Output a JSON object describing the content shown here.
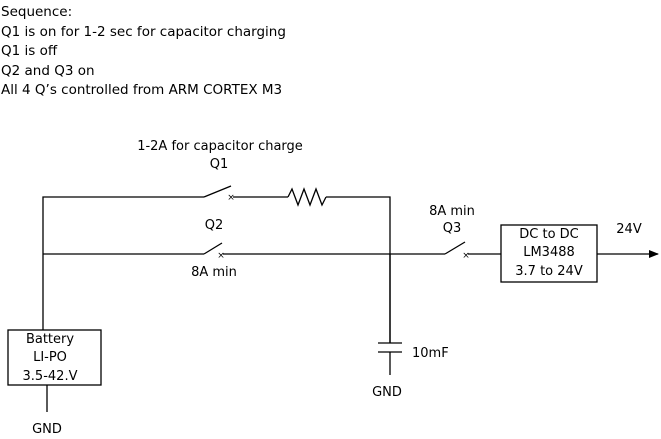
{
  "notes": [
    "Sequence:",
    "Q1 is on for 1-2 sec for capacitor charging",
    "Q1 is off",
    "Q2 and Q3 on",
    "All 4 Q’s controlled from ARM CORTEX M3"
  ],
  "q1": {
    "top_label": "1-2A for capacitor charge",
    "name": "Q1"
  },
  "q2": {
    "name": "Q2",
    "rating": "8A min"
  },
  "q3": {
    "rating": "8A min",
    "name": "Q3"
  },
  "dcdc": {
    "line1": "DC to DC",
    "line2": "LM3488",
    "line3": "3.7 to 24V"
  },
  "output_label": "24V",
  "battery": {
    "line1": "Battery",
    "line2": "LI-PO",
    "line3": "3.5-42.V"
  },
  "capacitor_label": "10mF",
  "gnd_cap": "GND",
  "gnd_battery": "GND"
}
